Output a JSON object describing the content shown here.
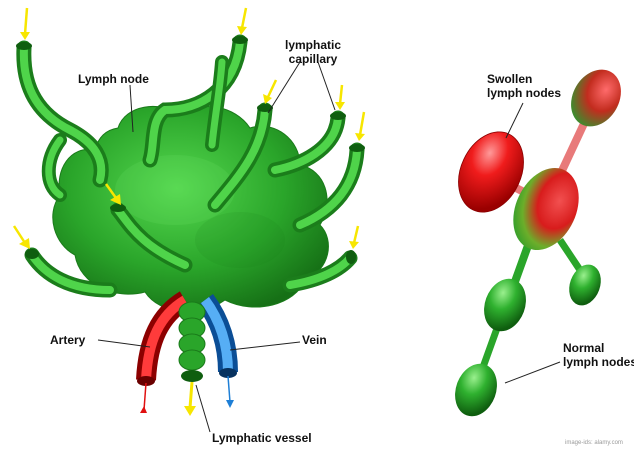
{
  "labels": {
    "lymph_node": "Lymph node",
    "lymphatic_capillary_line1": "lymphatic",
    "lymphatic_capillary_line2": "capillary",
    "artery": "Artery",
    "vein": "Vein",
    "lymphatic_vessel": "Lymphatic vessel",
    "swollen_line1": "Swollen",
    "swollen_line2": "lymph nodes",
    "normal_line1": "Normal",
    "normal_line2": "lymph nodes"
  },
  "watermark": "image-ids: alamy.com",
  "colors": {
    "node_green": "#2db02d",
    "node_green_light": "#5ee05a",
    "node_green_dark": "#1a7a1a",
    "artery_red": "#e01010",
    "vein_blue": "#1e7fd6",
    "arrow_yellow": "#f7e600",
    "swollen_red": "#e81818",
    "leader_line": "#222222"
  }
}
